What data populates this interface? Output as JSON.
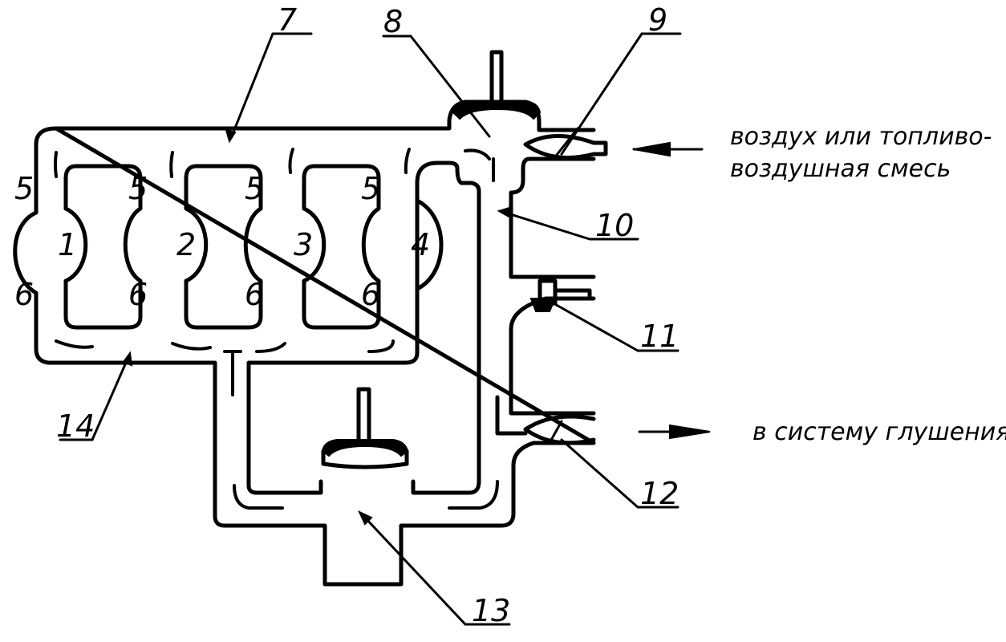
{
  "callouts": {
    "c5a": "5",
    "c6a": "6",
    "c5b": "5",
    "c6b": "6",
    "c5c": "5",
    "c6c": "6",
    "c5d": "5",
    "c6d": "6",
    "c1": "1",
    "c2": "2",
    "c3": "3",
    "c4": "4",
    "c7": "7",
    "c8": "8",
    "c9": "9",
    "c10": "10",
    "c11": "11",
    "c12": "12",
    "c13": "13",
    "c14": "14"
  },
  "captions": {
    "intake_line1": "воздух или топливо-",
    "intake_line2": "воздушная смесь",
    "exhaust": "в систему глушения"
  }
}
